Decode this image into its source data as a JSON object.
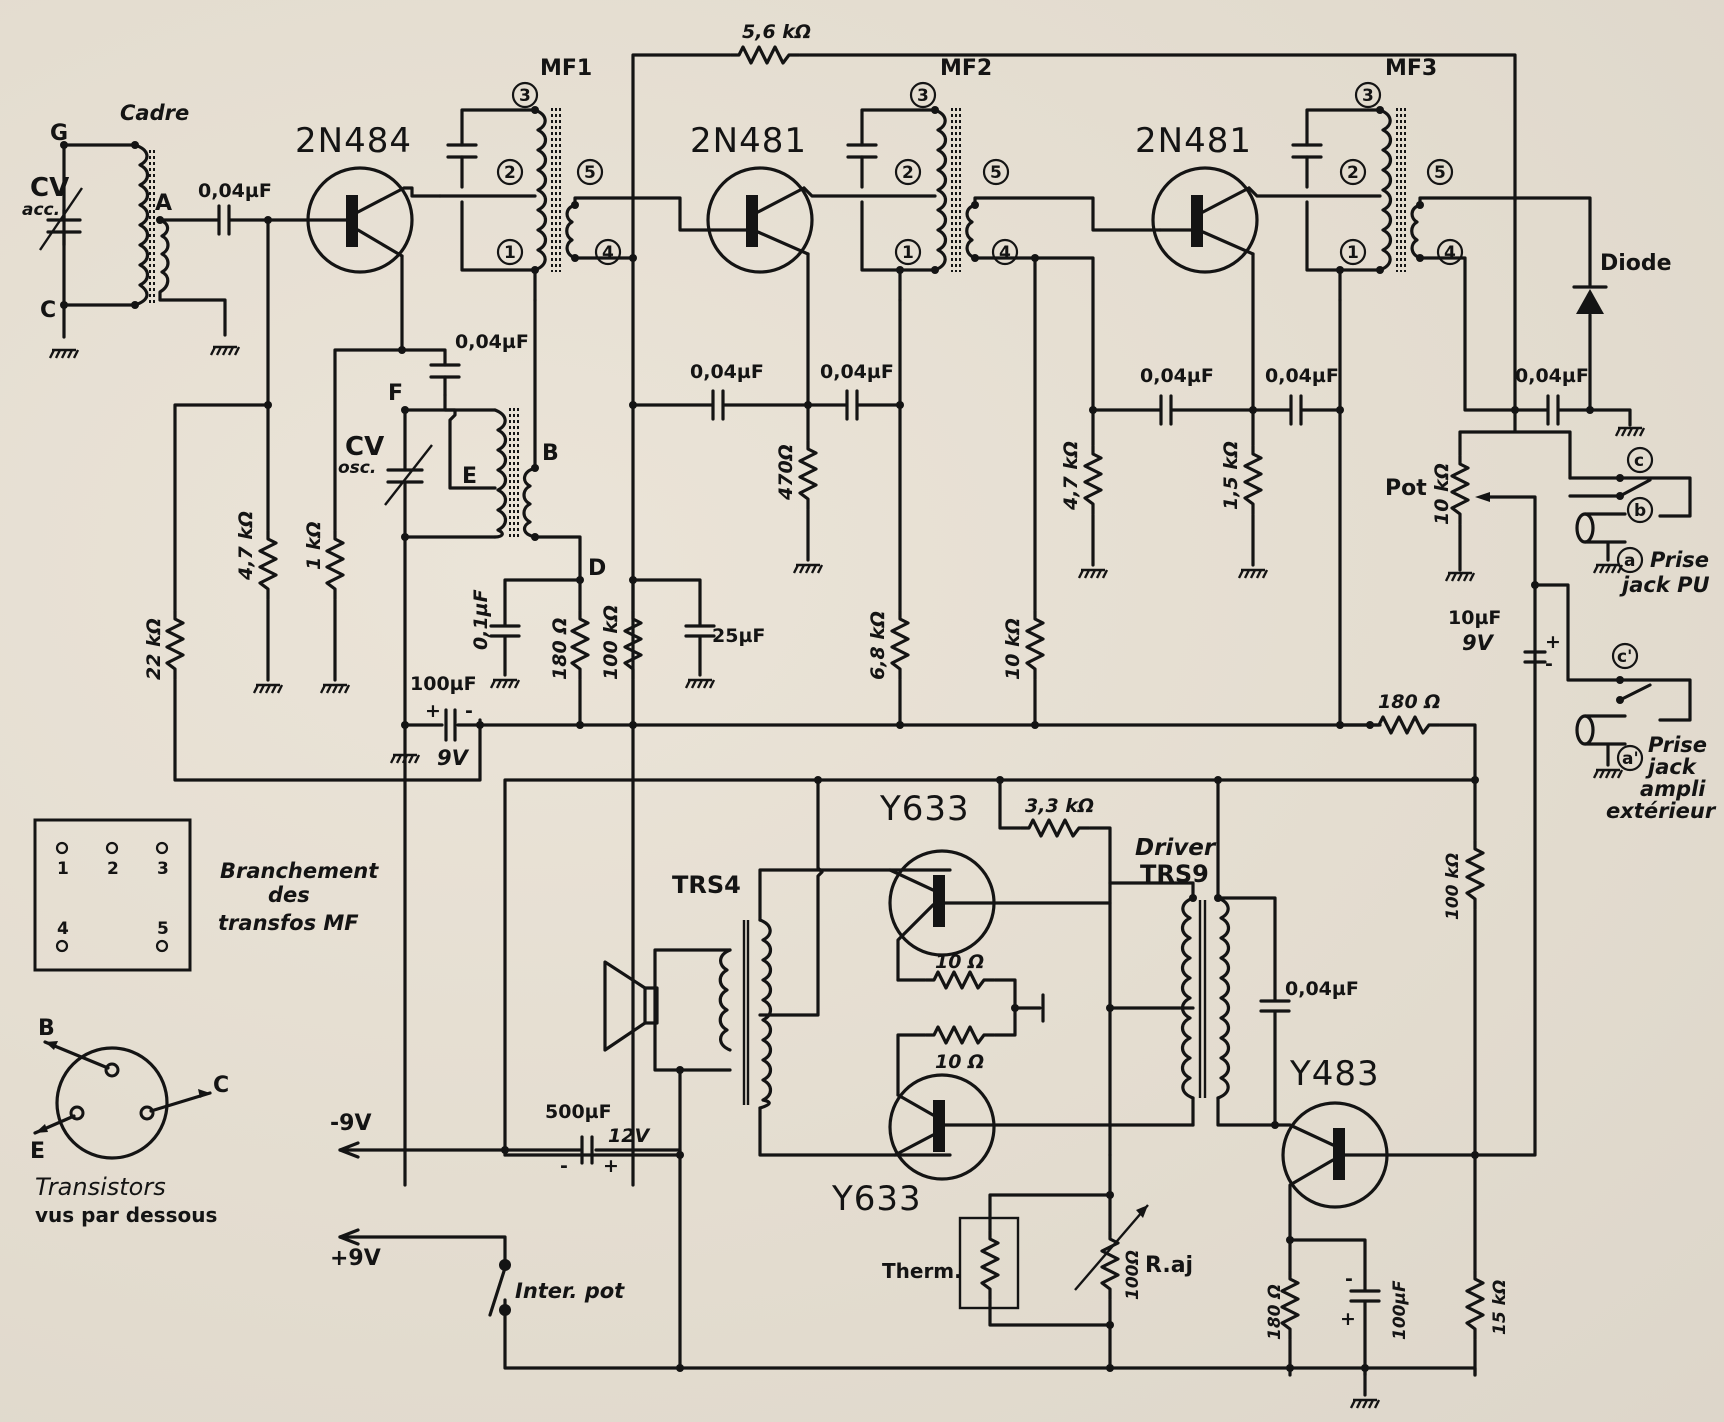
{
  "title": "Schéma récepteur à transistors",
  "components": {
    "cadre": "Cadre",
    "cv_acc": {
      "name": "CV",
      "sub": "acc."
    },
    "cv_osc": {
      "name": "CV",
      "sub": "osc."
    },
    "node_G": "G",
    "node_C": "C",
    "node_A": "A",
    "node_F": "F",
    "node_E": "E",
    "node_B": "B",
    "node_D": "D",
    "t1": "2N484",
    "t2": "2N481",
    "t3": "2N481",
    "mf1": "MF1",
    "mf2": "MF2",
    "mf3": "MF3",
    "diode": "Diode",
    "r_5k6": "5,6 kΩ",
    "c_in": "0,04µF",
    "c_osc": "0,04µF",
    "r_22k": "22 kΩ",
    "r_4k7a": "4,7 kΩ",
    "r_1k": "1 kΩ",
    "c_01": "0,1µF",
    "r_180a": "180 Ω",
    "r_100k_a": "100 kΩ",
    "c_100_9": {
      "val": "100µF",
      "volt": "9V"
    },
    "c_25": "25µF",
    "c_mf2_a": "0,04µF",
    "c_mf2_b": "0,04µF",
    "r_470": "470Ω",
    "r_6k8": "6,8 kΩ",
    "r_10k_a": "10 kΩ",
    "c_mf3_a": "0,04µF",
    "c_mf3_b": "0,04µF",
    "r_4k7b": "4,7 kΩ",
    "r_1k5": "1,5 kΩ",
    "c_det": "0,04µF",
    "pot": {
      "name": "Pot",
      "val": "10 kΩ"
    },
    "c_10": {
      "val": "10µF",
      "volt": "9V"
    },
    "r_180b": "180 Ω",
    "jack_pu": {
      "a": "a",
      "b": "b",
      "c": "c",
      "label1": "Prise",
      "label2": "jack PU"
    },
    "jack_ext": {
      "a": "a'",
      "c": "c'",
      "label1": "Prise",
      "label2": "jack",
      "label3": "ampli",
      "label4": "extérieur"
    },
    "y633_top": "Y633",
    "y633_bot": "Y633",
    "y483": "Y483",
    "trs4": "TRS4",
    "driver": {
      "l1": "Driver",
      "l2": "TRS9"
    },
    "r_3k3": "3,3 kΩ",
    "r_10a": "10 Ω",
    "r_10b": "10 Ω",
    "c_driver": "0,04µF",
    "r_100k_b": "100 kΩ",
    "therm": "Therm.",
    "r_aj": {
      "val": "100Ω",
      "name": "R.aj"
    },
    "r_180c": "180 Ω",
    "c_100_out": "100µF",
    "r_15k": "15 kΩ",
    "c_500": {
      "val": "500µF",
      "volt": "12V"
    },
    "supply_neg": "-9V",
    "supply_pos": "+9V",
    "inter": "Inter. pot"
  },
  "mf_pins": {
    "p1": "1",
    "p2": "2",
    "p3": "3",
    "p4": "4",
    "p5": "5"
  },
  "legend_mf": {
    "l1": "Branchement",
    "l2": "des",
    "l3": "transfos MF"
  },
  "legend_tr": {
    "B": "B",
    "C": "C",
    "E": "E",
    "l1": "Transistors",
    "l2": "vus par dessous"
  },
  "polarity": {
    "plus": "+",
    "minus": "-"
  }
}
